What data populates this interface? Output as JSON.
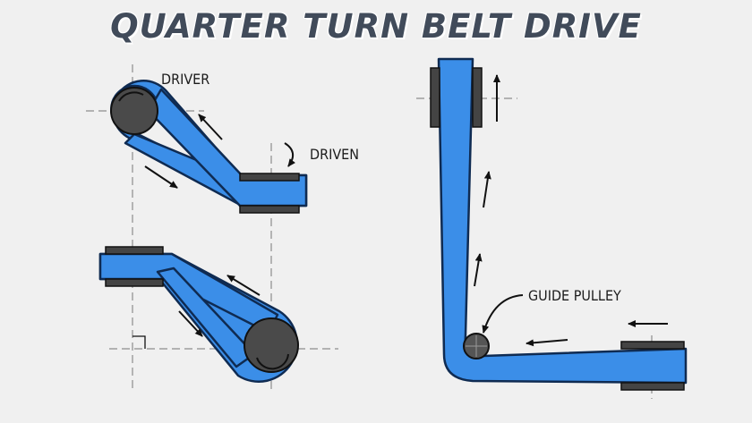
{
  "title": "QUARTER TURN BELT DRIVE",
  "labels": {
    "driver": "DRIVER",
    "driven": "DRIVEN",
    "guide_pulley": "GUIDE PULLEY"
  },
  "colors": {
    "belt": "#3b8ee8",
    "belt_outline": "#0f2b52",
    "pulley": "#4a4a4a",
    "background": "#f0f0f0",
    "title": "#414b5a"
  },
  "icons": [
    "arrow-icon",
    "rotation-arrow-icon",
    "right-angle-icon"
  ]
}
